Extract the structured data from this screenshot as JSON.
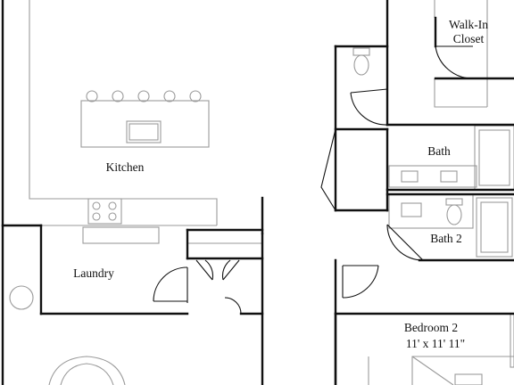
{
  "rooms": {
    "walk_in_closet_line1": "Walk-In",
    "walk_in_closet_line2": "Closet",
    "kitchen": "Kitchen",
    "bath": "Bath",
    "bath_2": "Bath 2",
    "laundry": "Laundry",
    "bedroom_2": "Bedroom 2",
    "bedroom_2_dimensions": "11' x 11' 11\""
  }
}
